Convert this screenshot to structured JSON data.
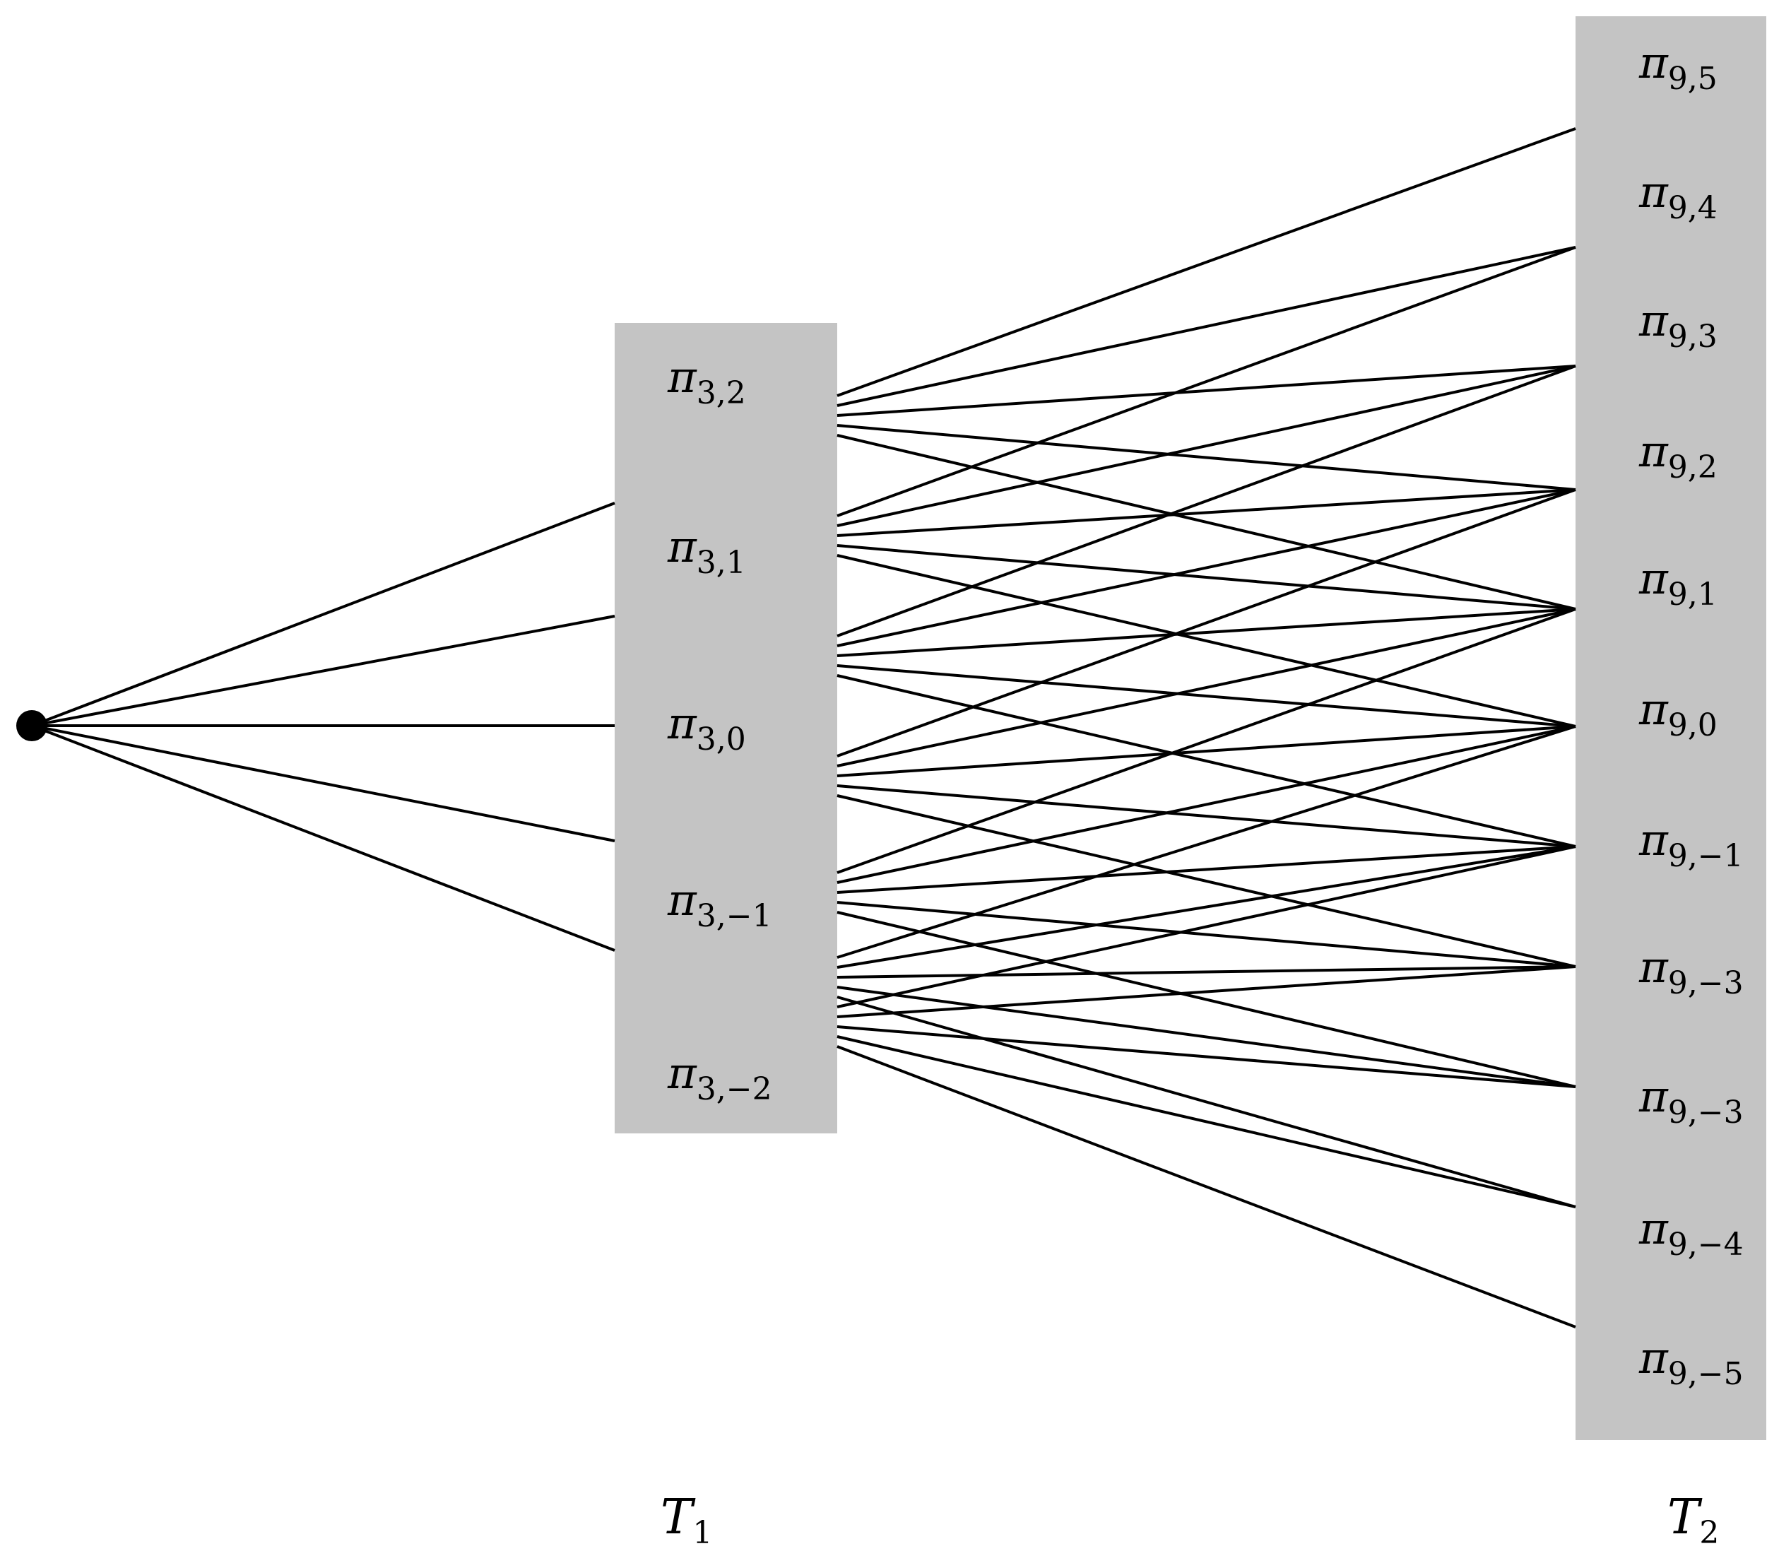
{
  "colors": {
    "box_fill": "#c4c4c4",
    "line": "#000000",
    "background": "#ffffff"
  },
  "root": {
    "name": "root-node"
  },
  "t1": {
    "label_main": "T",
    "label_sub": "1",
    "nodes": [
      {
        "sym": "π",
        "sub": "3,2"
      },
      {
        "sym": "π",
        "sub": "3,1"
      },
      {
        "sym": "π",
        "sub": "3,0"
      },
      {
        "sym": "π",
        "sub": "3,−1"
      },
      {
        "sym": "π",
        "sub": "3,−2"
      }
    ]
  },
  "t2": {
    "label_main": "T",
    "label_sub": "2",
    "nodes": [
      {
        "sym": "π",
        "sub": "9,5"
      },
      {
        "sym": "π",
        "sub": "9,4"
      },
      {
        "sym": "π",
        "sub": "9,3"
      },
      {
        "sym": "π",
        "sub": "9,2"
      },
      {
        "sym": "π",
        "sub": "9,1"
      },
      {
        "sym": "π",
        "sub": "9,0"
      },
      {
        "sym": "π",
        "sub": "9,−1"
      },
      {
        "sym": "π",
        "sub": "9,−3"
      },
      {
        "sym": "π",
        "sub": "9,−3"
      },
      {
        "sym": "π",
        "sub": "9,−4"
      },
      {
        "sym": "π",
        "sub": "9,−5"
      }
    ]
  },
  "edges_root_to_t1": [
    0,
    1,
    2,
    3,
    4
  ],
  "edges_t1_to_t2": [
    {
      "from": 0,
      "to": [
        0,
        1,
        2,
        3,
        4
      ]
    },
    {
      "from": 1,
      "to": [
        1,
        2,
        3,
        4,
        5
      ]
    },
    {
      "from": 2,
      "to": [
        2,
        3,
        4,
        5,
        6
      ]
    },
    {
      "from": 3,
      "to": [
        3,
        4,
        5,
        6,
        7
      ]
    },
    {
      "from": 4,
      "to": [
        4,
        5,
        6,
        7,
        8
      ]
    },
    {
      "from": 5,
      "to": [
        5,
        6,
        7,
        8,
        9
      ]
    },
    {
      "from": 6,
      "to": [
        6,
        7,
        8,
        9,
        10
      ]
    }
  ]
}
